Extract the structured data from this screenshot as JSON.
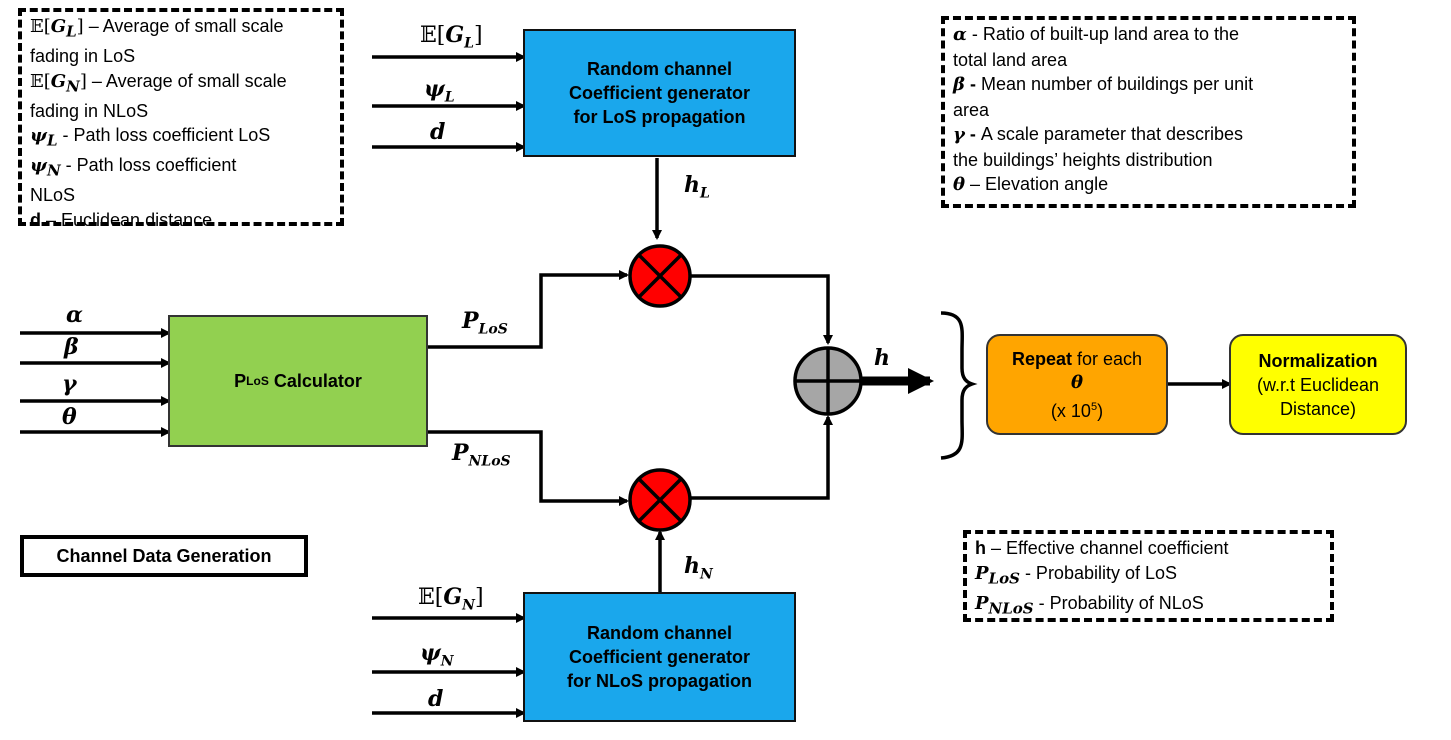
{
  "legend_top_left": {
    "rows": [
      {
        "sym_prefix": "𝔼[",
        "sym": "G",
        "sub": "L",
        "sym_suffix": "]",
        "text": " – Average of small scale"
      },
      {
        "plain": "fading in LoS"
      },
      {
        "sym_prefix": "𝔼[",
        "sym": "G",
        "sub": "N",
        "sym_suffix": "]",
        "text": " – Average of small scale"
      },
      {
        "plain": "fading in NLoS"
      },
      {
        "sym": "ψ",
        "sub": "L",
        "text": " - Path loss coefficient LoS"
      },
      {
        "sym": "ψ",
        "sub": "N",
        "text": " - Path loss coefficient"
      },
      {
        "plain": "NLoS"
      },
      {
        "bold": "d",
        "text": " – Euclidean distance"
      }
    ]
  },
  "legend_top_right": {
    "rows": [
      {
        "sym": "α",
        "text": " - Ratio of built-up land area to the"
      },
      {
        "plain": "total land area"
      },
      {
        "sym": "β",
        "bold": " -",
        "text": " Mean number of buildings per unit"
      },
      {
        "plain": "area"
      },
      {
        "sym": "γ",
        "bold": " -",
        "text": " A scale parameter that describes"
      },
      {
        "plain": "the buildings’ heights distribution"
      },
      {
        "sym": "θ",
        "text": " – Elevation angle"
      }
    ]
  },
  "legend_bottom_right": {
    "rows": [
      {
        "bold": "h",
        "text": " – Effective channel coefficient"
      },
      {
        "sym": "P",
        "sub": "LoS",
        "text": " - Probability of LoS"
      },
      {
        "sym": "P",
        "sub": "NLoS",
        "text": " - Probability of NLoS"
      }
    ]
  },
  "los_generator": {
    "lines": [
      "Random channel",
      "Coefficient generator",
      "for LoS propagation"
    ],
    "inputs": {
      "g": {
        "pre": "𝔼[",
        "sym": "G",
        "sub": "L",
        "post": "]"
      },
      "psi": {
        "sym": "ψ",
        "sub": "L"
      },
      "d": "d"
    }
  },
  "nlos_generator": {
    "lines": [
      "Random channel",
      "Coefficient generator",
      "for NLoS propagation"
    ],
    "inputs": {
      "g": {
        "pre": "𝔼[",
        "sym": "G",
        "sub": "N",
        "post": "]"
      },
      "psi": {
        "sym": "ψ",
        "sub": "N"
      },
      "d": "d"
    }
  },
  "plos_calculator": {
    "prefix": "P",
    "sub": "LoS",
    "suffix": " Calculator"
  },
  "calculator_inputs": [
    "α",
    "β",
    "γ",
    "θ"
  ],
  "signals": {
    "h_L": {
      "sym": "h",
      "sub": "L"
    },
    "h_N": {
      "sym": "h",
      "sub": "N"
    },
    "P_LoS": {
      "sym": "P",
      "sub": "LoS"
    },
    "P_NLoS": {
      "sym": "P",
      "sub": "NLoS"
    },
    "h": "h"
  },
  "repeat_box": {
    "bold": "Repeat",
    "text": " for each",
    "sym": "θ",
    "line3": "(x 10",
    "sup": "5",
    "close": ")"
  },
  "normalization_box": {
    "title": "Normalization",
    "line2": "(w.r.t Euclidean",
    "line3": "Distance)"
  },
  "section_title": "Channel Data Generation",
  "colors": {
    "generator": "#1aa7ec",
    "calculator": "#92d050",
    "repeat": "#ffa500",
    "normalization": "#ffff00",
    "multiplier": "#ff0000",
    "adder": "#a6a6a6"
  }
}
